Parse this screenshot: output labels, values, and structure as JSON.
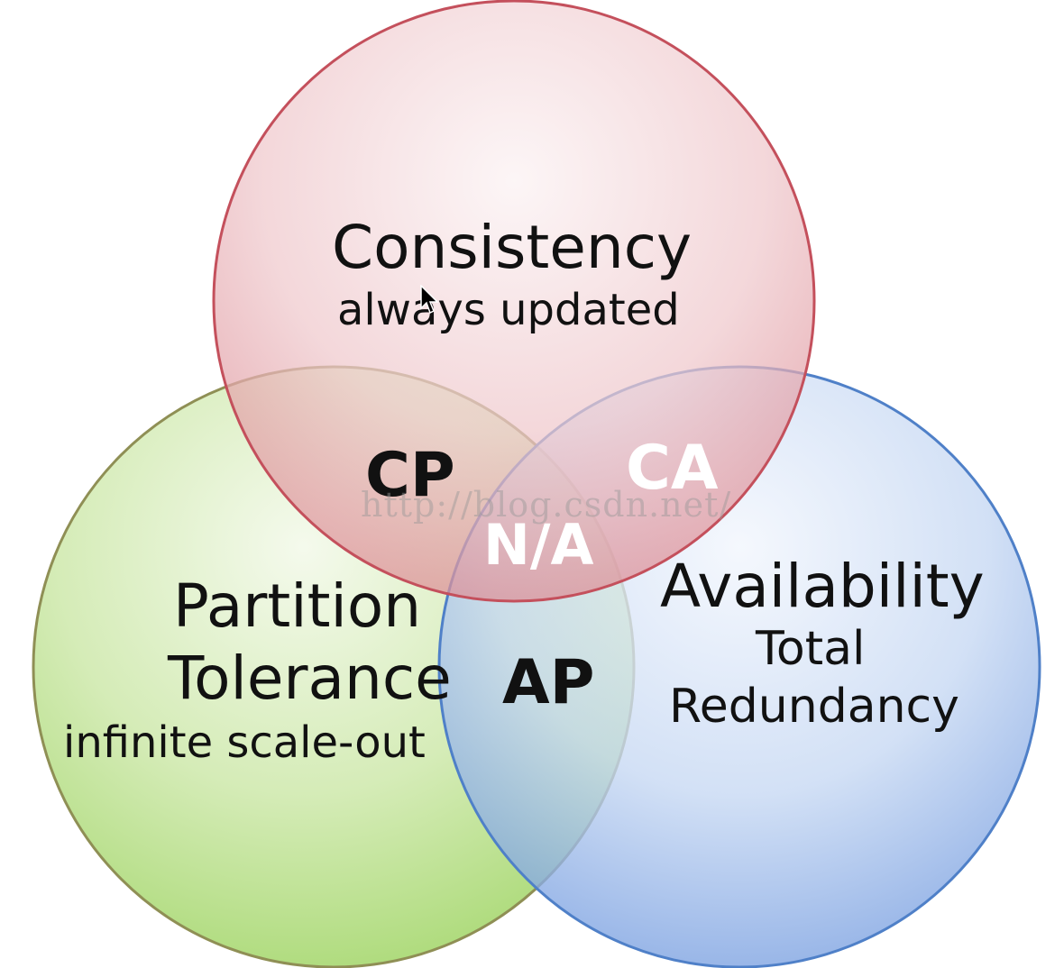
{
  "colors": {
    "consistency_fill": "#e8a6ac",
    "consistency_stroke": "#c0505a",
    "partition_fill": "#a6d86a",
    "partition_stroke": "#8a8a4a",
    "availability_fill": "#7aa3e0",
    "availability_stroke": "#4a7cc8"
  },
  "circles": {
    "consistency": {
      "title": "Consistency",
      "subtitle": "always updated"
    },
    "partition": {
      "title_line1": "Partition",
      "title_line2": "Tolerance",
      "subtitle": "infinite scale-out"
    },
    "availability": {
      "title": "Availability",
      "subtitle_line1": "Total",
      "subtitle_line2": "Redundancy"
    }
  },
  "intersections": {
    "cp": "CP",
    "ca": "CA",
    "na": "N/A",
    "ap": "AP"
  },
  "watermark": "http://blog.csdn.net/",
  "cursor_icon": "mouse-pointer-icon"
}
